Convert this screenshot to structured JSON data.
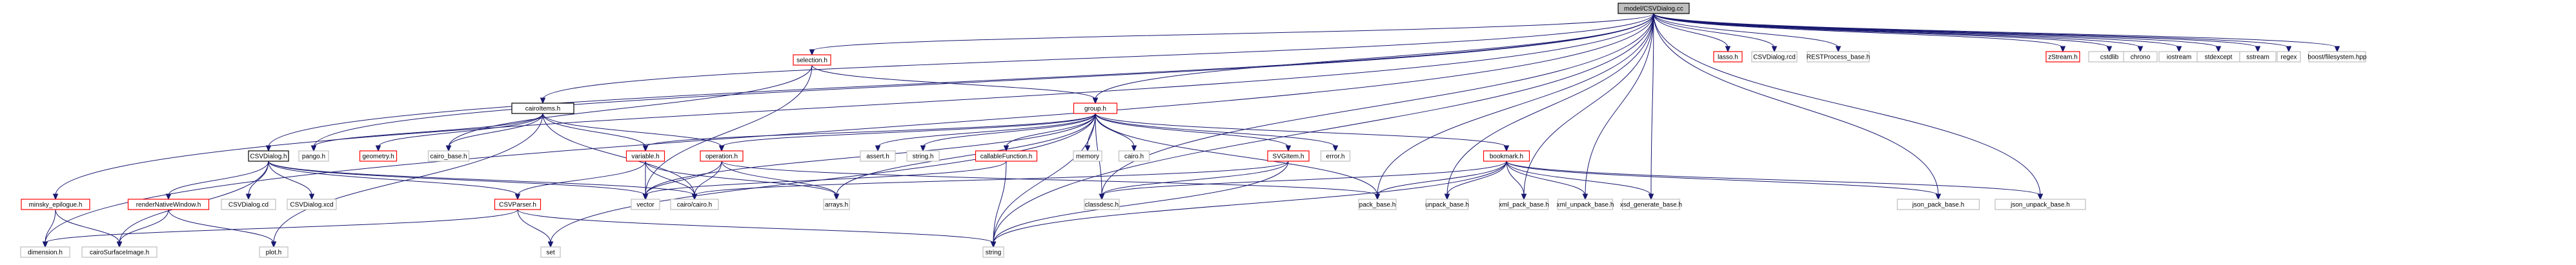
{
  "title": "model/CSVDialog.cc include dependency graph",
  "colors": {
    "edge": "#191970",
    "root_fill": "#bfbfbf",
    "root_border": "#000000",
    "documented_border": "#000000",
    "missing_border": "#ff0000",
    "system_border": "#bfbfbf",
    "node_fill": "#ffffff"
  },
  "nodes": [
    {
      "id": "root",
      "label": "model/CSVDialog.cc",
      "kind": "root"
    },
    {
      "id": "lasso",
      "label": "lasso.h",
      "kind": "missing"
    },
    {
      "id": "csvdialog_rcd",
      "label": "CSVDialog.rcd",
      "kind": "system"
    },
    {
      "id": "restprocess",
      "label": "RESTProcess_base.h",
      "kind": "system"
    },
    {
      "id": "zstream",
      "label": "zStream.h",
      "kind": "missing"
    },
    {
      "id": "cstdlib",
      "label": "cstdlib",
      "kind": "system"
    },
    {
      "id": "chrono",
      "label": "chrono",
      "kind": "system"
    },
    {
      "id": "iostream",
      "label": "iostream",
      "kind": "system"
    },
    {
      "id": "stdexcept",
      "label": "stdexcept",
      "kind": "system"
    },
    {
      "id": "sstream",
      "label": "sstream",
      "kind": "system"
    },
    {
      "id": "regex",
      "label": "regex",
      "kind": "system"
    },
    {
      "id": "boostfs",
      "label": "boost/filesystem.hpp",
      "kind": "system"
    },
    {
      "id": "selection",
      "label": "selection.h",
      "kind": "missing"
    },
    {
      "id": "cairoitems",
      "label": "cairoItems.h",
      "kind": "documented"
    },
    {
      "id": "group",
      "label": "group.h",
      "kind": "missing"
    },
    {
      "id": "csvdialog_h",
      "label": "CSVDialog.h",
      "kind": "documented"
    },
    {
      "id": "pango",
      "label": "pango.h",
      "kind": "system"
    },
    {
      "id": "geometry",
      "label": "geometry.h",
      "kind": "missing"
    },
    {
      "id": "cairo_base",
      "label": "cairo_base.h",
      "kind": "system"
    },
    {
      "id": "variable",
      "label": "variable.h",
      "kind": "missing"
    },
    {
      "id": "operation",
      "label": "operation.h",
      "kind": "missing"
    },
    {
      "id": "assert",
      "label": "assert.h",
      "kind": "system"
    },
    {
      "id": "string_h",
      "label": "string.h",
      "kind": "system"
    },
    {
      "id": "callable",
      "label": "callableFunction.h",
      "kind": "missing"
    },
    {
      "id": "memory",
      "label": "memory",
      "kind": "system"
    },
    {
      "id": "cairo_h",
      "label": "cairo.h",
      "kind": "system"
    },
    {
      "id": "svgitem",
      "label": "SVGItem.h",
      "kind": "missing"
    },
    {
      "id": "error",
      "label": "error.h",
      "kind": "system"
    },
    {
      "id": "bookmark",
      "label": "bookmark.h",
      "kind": "missing"
    },
    {
      "id": "epilogue",
      "label": "minsky_epilogue.h",
      "kind": "missing"
    },
    {
      "id": "rnw",
      "label": "renderNativeWindow.h",
      "kind": "missing"
    },
    {
      "id": "csvdialog_cd",
      "label": "CSVDialog.cd",
      "kind": "system"
    },
    {
      "id": "csvdialog_xcd",
      "label": "CSVDialog.xcd",
      "kind": "system"
    },
    {
      "id": "csvparser",
      "label": "CSVParser.h",
      "kind": "missing"
    },
    {
      "id": "vector",
      "label": "vector",
      "kind": "system"
    },
    {
      "id": "cairo_cairo",
      "label": "cairo/cairo.h",
      "kind": "system"
    },
    {
      "id": "arrays",
      "label": "arrays.h",
      "kind": "system"
    },
    {
      "id": "classdesc",
      "label": "classdesc.h",
      "kind": "system"
    },
    {
      "id": "pack_base",
      "label": "pack_base.h",
      "kind": "system"
    },
    {
      "id": "unpack_base",
      "label": "unpack_base.h",
      "kind": "system"
    },
    {
      "id": "xml_pack",
      "label": "xml_pack_base.h",
      "kind": "system"
    },
    {
      "id": "xml_unpack",
      "label": "xml_unpack_base.h",
      "kind": "system"
    },
    {
      "id": "xsd_gen",
      "label": "xsd_generate_base.h",
      "kind": "system"
    },
    {
      "id": "json_pack",
      "label": "json_pack_base.h",
      "kind": "system"
    },
    {
      "id": "json_unpack",
      "label": "json_unpack_base.h",
      "kind": "system"
    },
    {
      "id": "dimension",
      "label": "dimension.h",
      "kind": "system"
    },
    {
      "id": "cairosurface",
      "label": "cairoSurfaceImage.h",
      "kind": "system"
    },
    {
      "id": "plot",
      "label": "plot.h",
      "kind": "system"
    },
    {
      "id": "set",
      "label": "set",
      "kind": "system"
    },
    {
      "id": "string",
      "label": "string",
      "kind": "system"
    }
  ],
  "edges": [
    [
      "root",
      "lasso"
    ],
    [
      "root",
      "csvdialog_rcd"
    ],
    [
      "root",
      "restprocess"
    ],
    [
      "root",
      "zstream"
    ],
    [
      "root",
      "cstdlib"
    ],
    [
      "root",
      "chrono"
    ],
    [
      "root",
      "iostream"
    ],
    [
      "root",
      "stdexcept"
    ],
    [
      "root",
      "sstream"
    ],
    [
      "root",
      "regex"
    ],
    [
      "root",
      "boostfs"
    ],
    [
      "root",
      "selection"
    ],
    [
      "root",
      "cairoitems"
    ],
    [
      "root",
      "group"
    ],
    [
      "root",
      "csvdialog_h"
    ],
    [
      "root",
      "pango"
    ],
    [
      "root",
      "epilogue"
    ],
    [
      "root",
      "dimension"
    ],
    [
      "root",
      "classdesc"
    ],
    [
      "root",
      "pack_base"
    ],
    [
      "root",
      "unpack_base"
    ],
    [
      "root",
      "xml_pack"
    ],
    [
      "root",
      "xml_unpack"
    ],
    [
      "root",
      "xsd_gen"
    ],
    [
      "root",
      "json_pack"
    ],
    [
      "root",
      "json_unpack"
    ],
    [
      "root",
      "string"
    ],
    [
      "selection",
      "group"
    ],
    [
      "selection",
      "cairo_base"
    ],
    [
      "selection",
      "vector"
    ],
    [
      "cairoitems",
      "pango"
    ],
    [
      "cairoitems",
      "geometry"
    ],
    [
      "cairoitems",
      "cairo_base"
    ],
    [
      "cairoitems",
      "variable"
    ],
    [
      "cairoitems",
      "operation"
    ],
    [
      "cairoitems",
      "plot"
    ],
    [
      "cairoitems",
      "cairo_cairo"
    ],
    [
      "group",
      "variable"
    ],
    [
      "group",
      "operation"
    ],
    [
      "group",
      "assert"
    ],
    [
      "group",
      "string_h"
    ],
    [
      "group",
      "callable"
    ],
    [
      "group",
      "memory"
    ],
    [
      "group",
      "cairo_h"
    ],
    [
      "group",
      "svgitem"
    ],
    [
      "group",
      "error"
    ],
    [
      "group",
      "bookmark"
    ],
    [
      "group",
      "set"
    ],
    [
      "group",
      "vector"
    ],
    [
      "group",
      "arrays"
    ],
    [
      "group",
      "string"
    ],
    [
      "group",
      "classdesc"
    ],
    [
      "group",
      "pack_base"
    ],
    [
      "csvdialog_h",
      "rnw"
    ],
    [
      "csvdialog_h",
      "csvdialog_cd"
    ],
    [
      "csvdialog_h",
      "csvdialog_xcd"
    ],
    [
      "csvdialog_h",
      "csvparser"
    ],
    [
      "csvdialog_h",
      "vector"
    ],
    [
      "csvdialog_h",
      "cairosurface"
    ],
    [
      "csvdialog_h",
      "cairo_cairo"
    ],
    [
      "variable",
      "csvparser"
    ],
    [
      "variable",
      "vector"
    ],
    [
      "variable",
      "cairo_cairo"
    ],
    [
      "variable",
      "arrays"
    ],
    [
      "operation",
      "vector"
    ],
    [
      "operation",
      "cairo_cairo"
    ],
    [
      "operation",
      "arrays"
    ],
    [
      "operation",
      "pack_base"
    ],
    [
      "callable",
      "string"
    ],
    [
      "callable",
      "vector"
    ],
    [
      "svgitem",
      "string"
    ],
    [
      "svgitem",
      "classdesc"
    ],
    [
      "svgitem",
      "cairo_cairo"
    ],
    [
      "bookmark",
      "classdesc"
    ],
    [
      "bookmark",
      "pack_base"
    ],
    [
      "bookmark",
      "unpack_base"
    ],
    [
      "bookmark",
      "xml_pack"
    ],
    [
      "bookmark",
      "xml_unpack"
    ],
    [
      "bookmark",
      "xsd_gen"
    ],
    [
      "bookmark",
      "json_pack"
    ],
    [
      "bookmark",
      "json_unpack"
    ],
    [
      "bookmark",
      "string"
    ],
    [
      "epilogue",
      "dimension"
    ],
    [
      "epilogue",
      "cairosurface"
    ],
    [
      "rnw",
      "cairosurface"
    ],
    [
      "rnw",
      "plot"
    ],
    [
      "csvparser",
      "set"
    ],
    [
      "csvparser",
      "string"
    ],
    [
      "csvparser",
      "dimension"
    ]
  ]
}
